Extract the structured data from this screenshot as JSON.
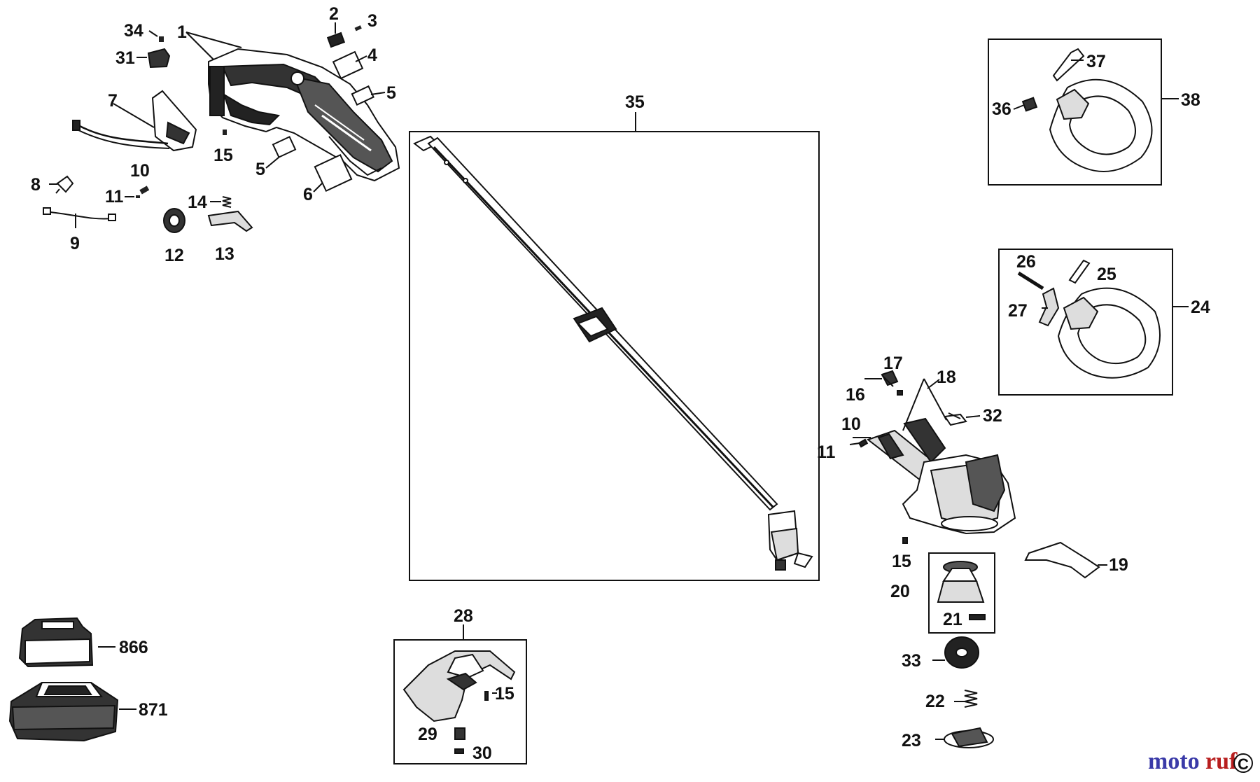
{
  "labels": {
    "p1": "1",
    "p2": "2",
    "p3": "3",
    "p4": "4",
    "p5a": "5",
    "p5b": "5",
    "p6": "6",
    "p7": "7",
    "p8": "8",
    "p9": "9",
    "p10a": "10",
    "p10b": "10",
    "p11a": "11",
    "p11b": "11",
    "p12": "12",
    "p13": "13",
    "p14": "14",
    "p15a": "15",
    "p15b": "15",
    "p15c": "15",
    "p16": "16",
    "p17": "17",
    "p18": "18",
    "p19": "19",
    "p20": "20",
    "p21": "21",
    "p22": "22",
    "p23": "23",
    "p24": "24",
    "p25": "25",
    "p26": "26",
    "p27": "27",
    "p28": "28",
    "p29": "29",
    "p30": "30",
    "p31": "31",
    "p32": "32",
    "p33": "33",
    "p34": "34",
    "p35": "35",
    "p36": "36",
    "p37": "37",
    "p38": "38",
    "p866": "866",
    "p871": "871"
  },
  "watermark": {
    "brand_a": "moto",
    "brand_b": "ruf",
    "corner": "C"
  },
  "colors": {
    "ink": "#111111",
    "watermark_blue": "#3a3aa8",
    "watermark_red": "#b81e1e"
  }
}
